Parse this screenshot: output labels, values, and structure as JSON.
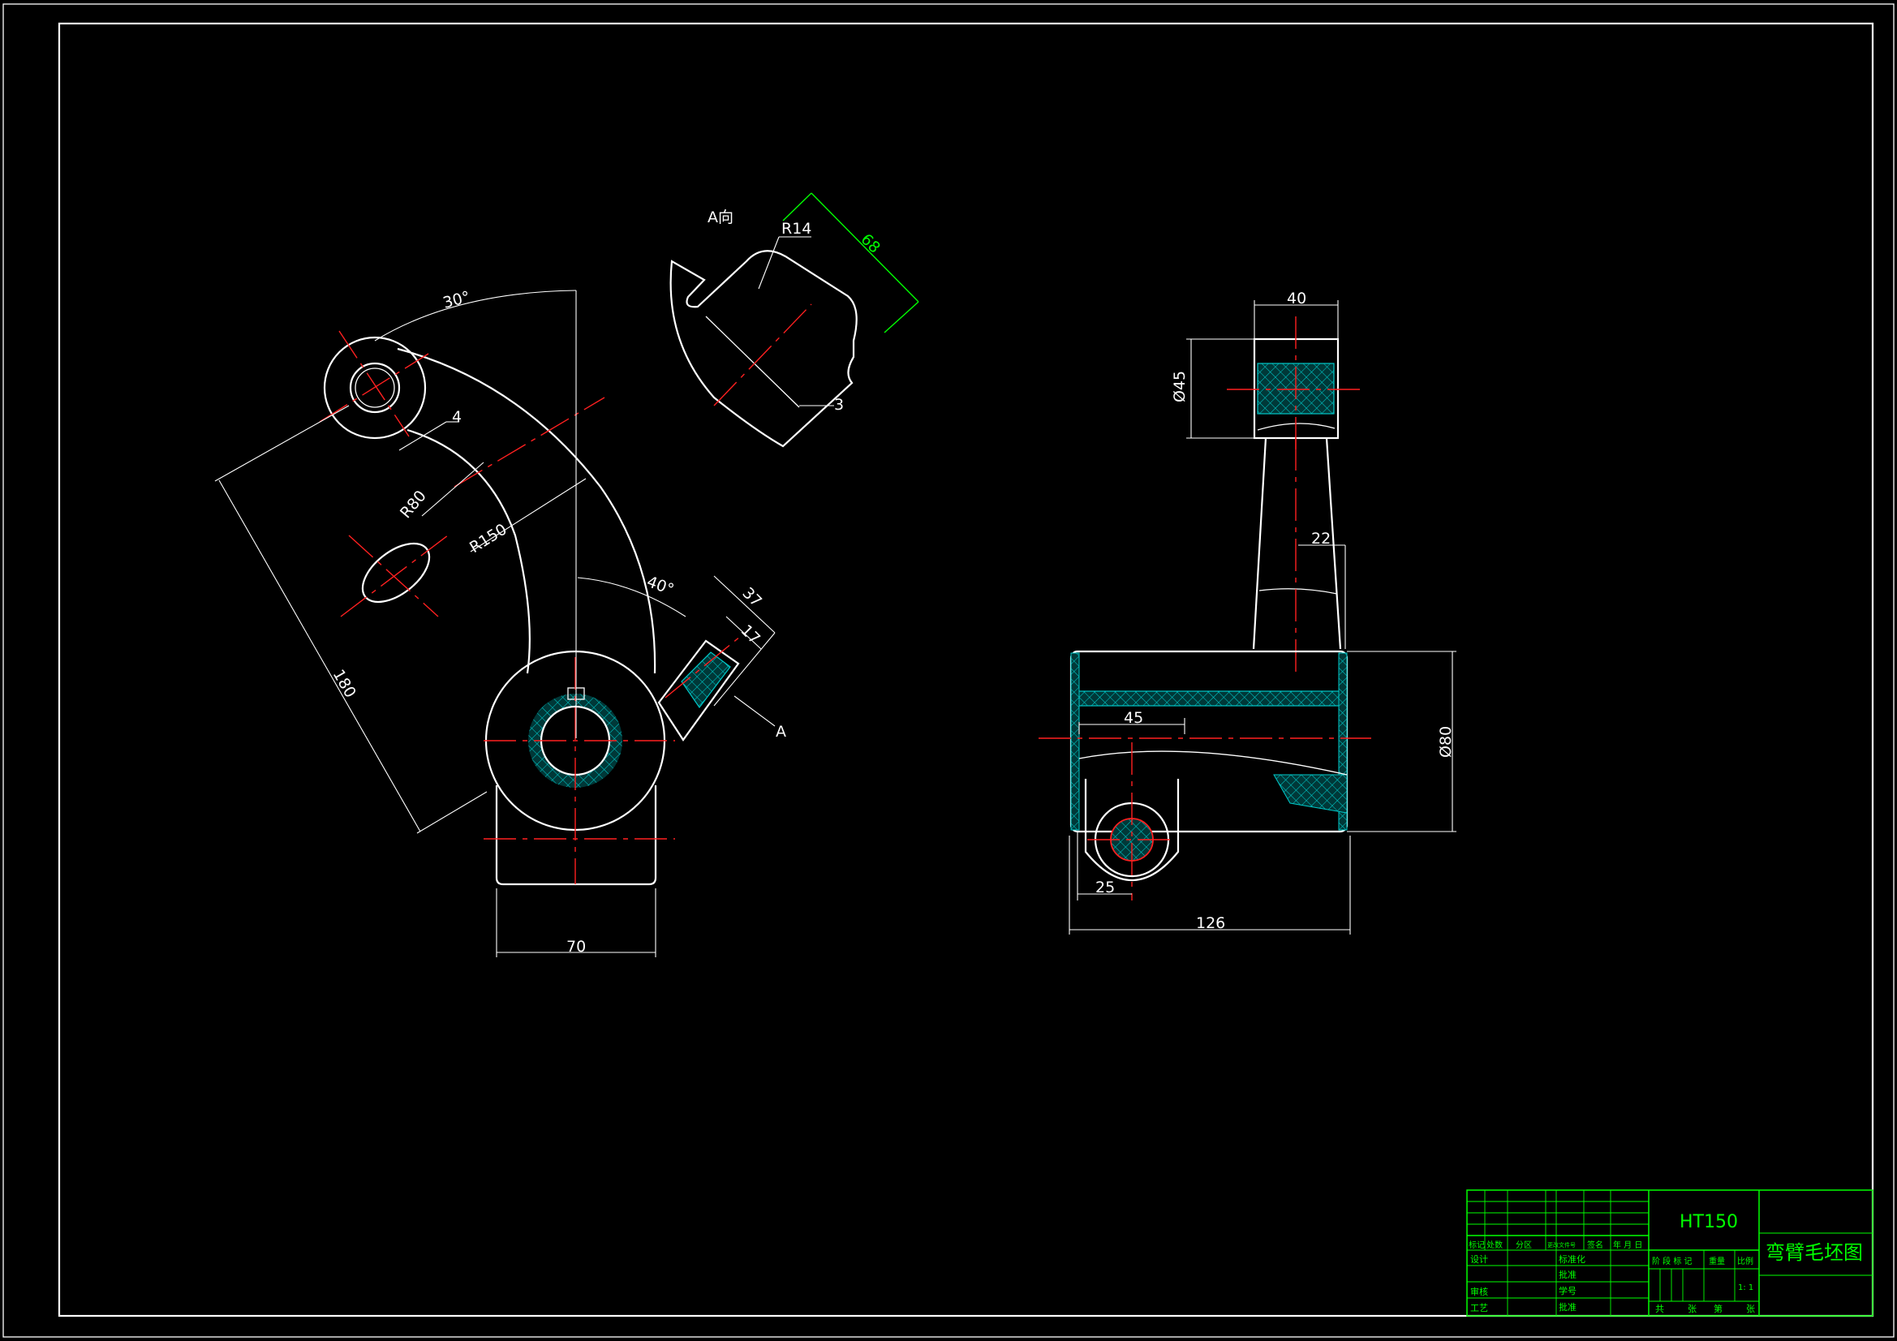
{
  "drawing": {
    "dimensions": {
      "d_30deg": "30°",
      "d_4": "4",
      "d_R80": "R80",
      "d_R150": "R150",
      "d_180": "180",
      "d_40deg": "40°",
      "d_37": "37",
      "d_17": "17",
      "d_70": "70",
      "d_R14": "R14",
      "d_68": "68",
      "d_3": "3",
      "d_40": "40",
      "d_phi45": "Ø45",
      "d_22": "22",
      "d_phi80": "Ø80",
      "d_45": "45",
      "d_25": "25",
      "d_126": "126"
    },
    "labels": {
      "view_A": "A向",
      "section_A": "A"
    }
  },
  "title_block": {
    "material": "HT150",
    "drawing_title": "弯臂毛坯图",
    "rev_headers": [
      "标记",
      "处数",
      "分区",
      "更改文件号",
      "签名",
      "年 月 日"
    ],
    "left_rows": [
      "设计",
      "审核",
      "工艺"
    ],
    "mid_rows": [
      "标准化",
      "批准",
      "学号",
      "批准"
    ],
    "stage_headers": [
      "阶 段 标 记",
      "重量",
      "比例"
    ],
    "scale": "1: 1",
    "sheet_info": [
      "共",
      "张",
      "第",
      "张"
    ]
  },
  "colors": {
    "background": "#000000",
    "outline": "#ffffff",
    "centerline": "#ff2020",
    "title_block": "#00ff00",
    "hatch": "#00c8c8"
  }
}
